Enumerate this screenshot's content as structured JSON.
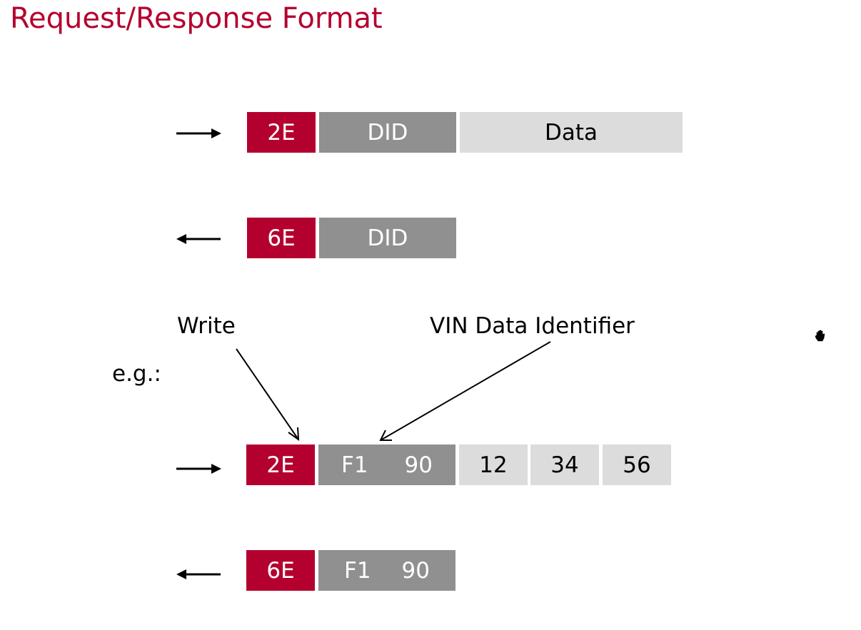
{
  "title": "Request/Response Format",
  "colors": {
    "service_id": "#b4002f",
    "did": "#909090",
    "data": "#dcdcdc",
    "title": "#b4002f"
  },
  "request_format": {
    "direction": "right-arrow",
    "sid": "2E",
    "did": "DID",
    "data": "Data"
  },
  "response_format": {
    "direction": "left-arrow",
    "sid": "6E",
    "did": "DID"
  },
  "example": {
    "prefix": "e.g.:",
    "annotation_write": "Write",
    "annotation_vin": "VIN Data Identifier",
    "request": {
      "sid": "2E",
      "did_hi": "F1",
      "did_lo": "90",
      "data": [
        "12",
        "34",
        "56"
      ]
    },
    "response": {
      "sid": "6E",
      "did_hi": "F1",
      "did_lo": "90"
    }
  }
}
